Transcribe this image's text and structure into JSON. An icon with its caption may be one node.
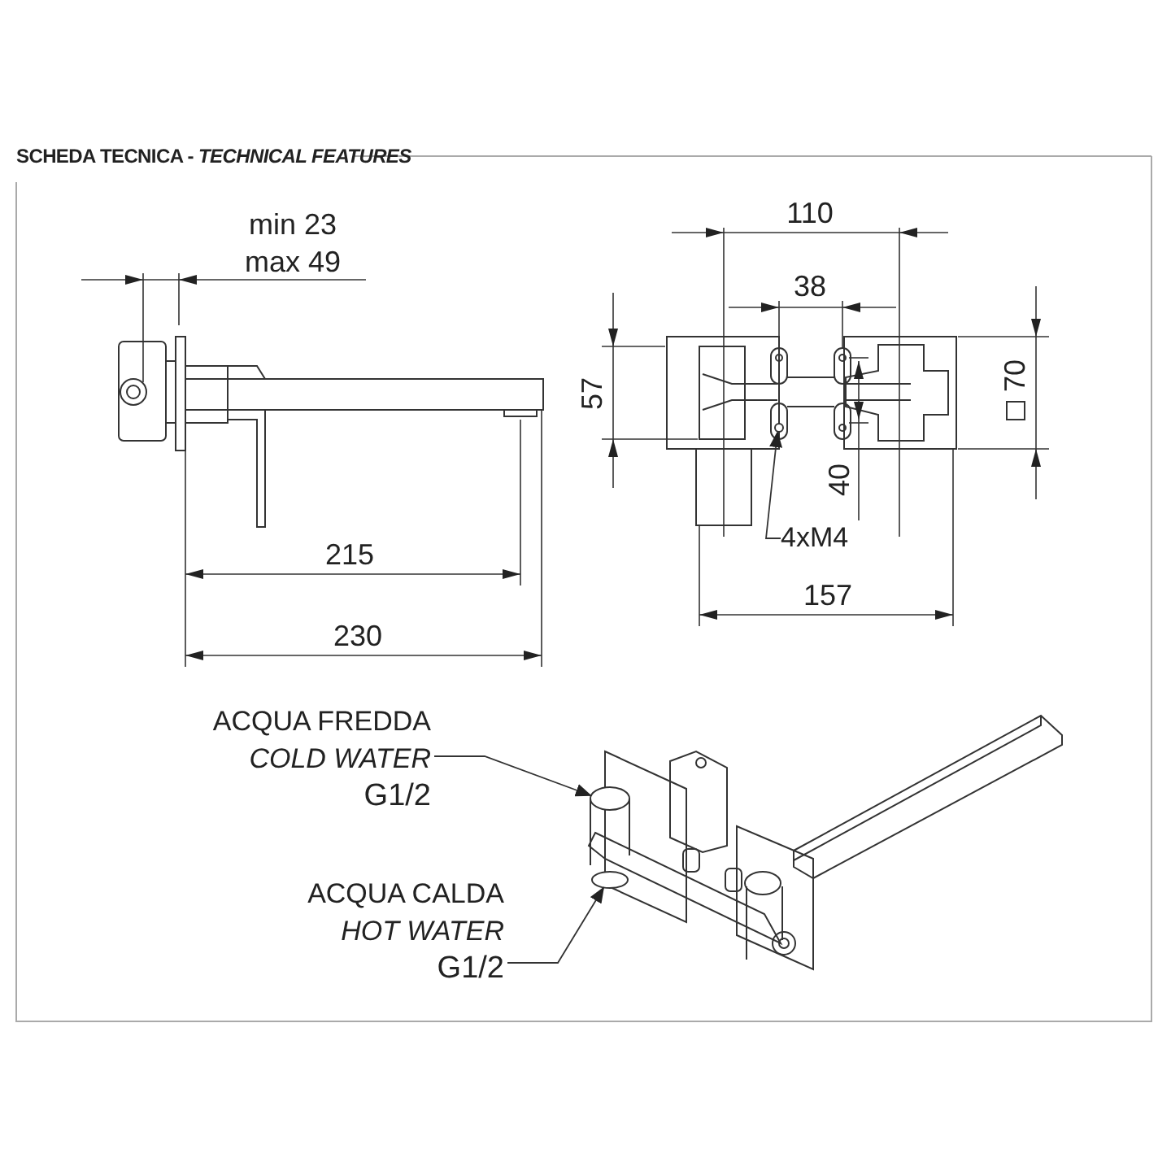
{
  "diagram": {
    "title": "SCHEDA TECNICA - *TECHNICAL FEATURES*",
    "nodes": [
      {
        "text": [
          "ACQUA FREDDA",
          "COLD WATER",
          "G1/2"
        ]
      },
      {
        "text": [],
        "shape": "circle"
      },
      {
        "text": [
          "ACQUA CALDA",
          "HOT WATER",
          "G1/2"
        ]
      },
      {
        "text": [],
        "shape": "circle"
      },
      {
        "text": [
          "4xM4"
        ]
      },
      {
        "text": [],
        "shape": "circle"
      }
    ],
    "edges": [
      {
        "from": 0,
        "to": 1,
        "arrow": "to"
      },
      {
        "from": 2,
        "to": 3,
        "arrow": "to"
      },
      {
        "from": 4,
        "to": 5,
        "arrow": "to"
      }
    ],
    "labels": [
      "min 23",
      "max 49",
      "110",
      "38",
      "57",
      "70",
      "40",
      "215",
      "157",
      "230"
    ]
  }
}
